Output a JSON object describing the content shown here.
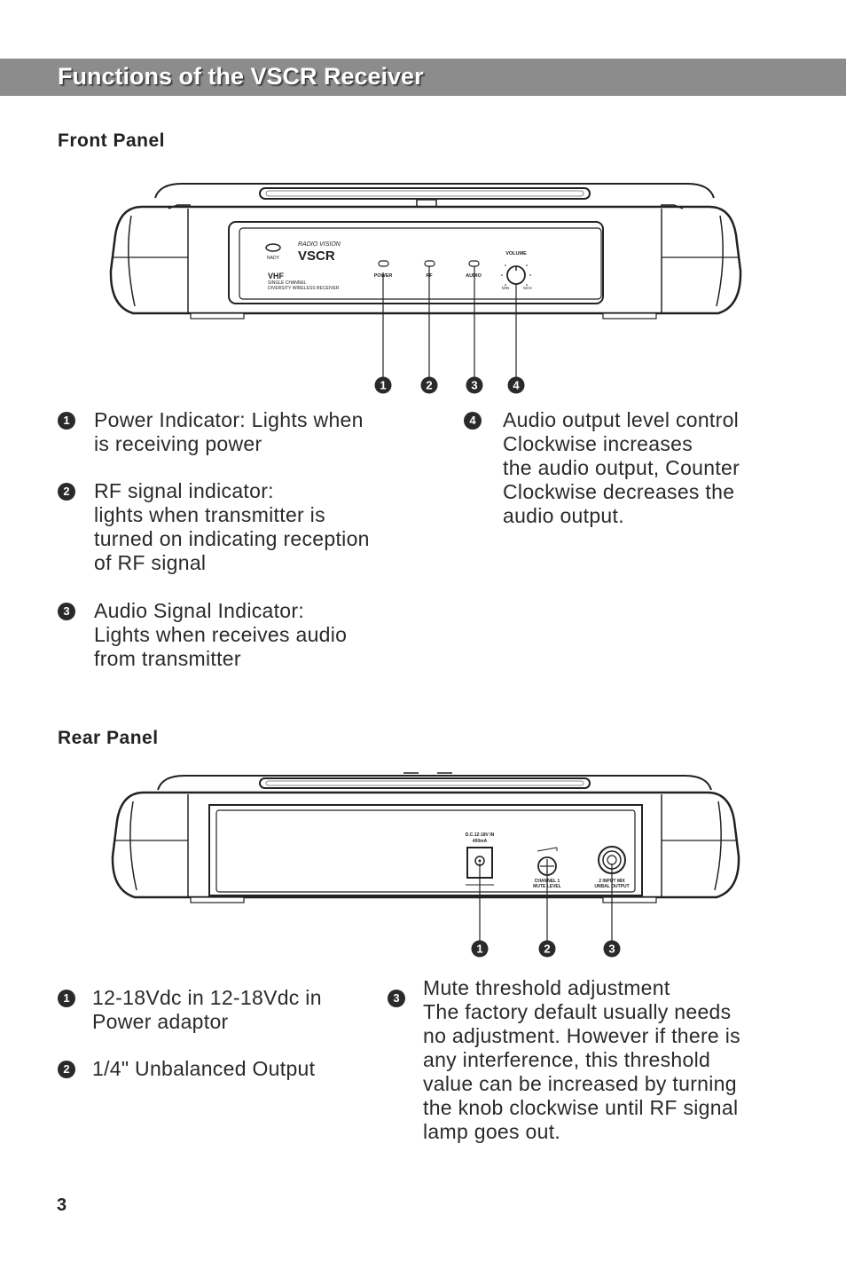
{
  "page_title": "Functions of the VSCR Receiver",
  "front_panel": {
    "heading": "Front Panel",
    "device": {
      "brand_script": "RADIO VISION",
      "model": "VSCR",
      "band": "VHF",
      "line1": "SINGLE CHANNEL",
      "line2": "DIVERSITY WIRELESS RECEIVER",
      "logo_text": "NADY",
      "power_label": "POWER",
      "rf_label": "RF",
      "audio_label": "AUDIO",
      "volume_label": "VOLUME",
      "min_label": "MIN",
      "max_label": "MAX"
    },
    "callout_numbers": [
      "1",
      "2",
      "3",
      "4"
    ],
    "items": [
      {
        "num": "1",
        "lines": [
          "Power Indicator: Lights when",
          "is receiving power"
        ]
      },
      {
        "num": "2",
        "lines": [
          "RF signal indicator:",
          "lights when transmitter is",
          "turned on indicating reception",
          "of RF signal"
        ]
      },
      {
        "num": "3",
        "lines": [
          "Audio Signal Indicator:",
          "Lights when receives audio",
          "from transmitter"
        ]
      },
      {
        "num": "4",
        "lines": [
          "Audio output level control",
          "Clockwise increases",
          "the audio output, Counter",
          "Clockwise decreases the",
          "audio output."
        ]
      }
    ]
  },
  "rear_panel": {
    "heading": "Rear Panel",
    "device": {
      "dc_label_1": "D.C.12-18V IN",
      "dc_label_2": "400mA",
      "mute_label_1": "CHANNEL 1",
      "mute_label_2": "MUTE LEVEL",
      "out_label_1": "2 INPUT MIX",
      "out_label_2": "UNBAL OUTPUT"
    },
    "callout_numbers": [
      "1",
      "2",
      "3"
    ],
    "items": [
      {
        "num": "1",
        "lines": [
          "12-18Vdc in 12-18Vdc in",
          "Power adaptor"
        ]
      },
      {
        "num": "2",
        "lines": [
          "1/4\" Unbalanced Output"
        ]
      },
      {
        "num": "3",
        "lines": [
          "Mute threshold adjustment",
          "The factory default usually needs",
          "no adjustment. However if there is",
          "any interference, this threshold",
          "value can be increased by turning",
          "the knob clockwise until RF signal",
          "lamp goes out."
        ]
      }
    ]
  },
  "page_number": "3"
}
